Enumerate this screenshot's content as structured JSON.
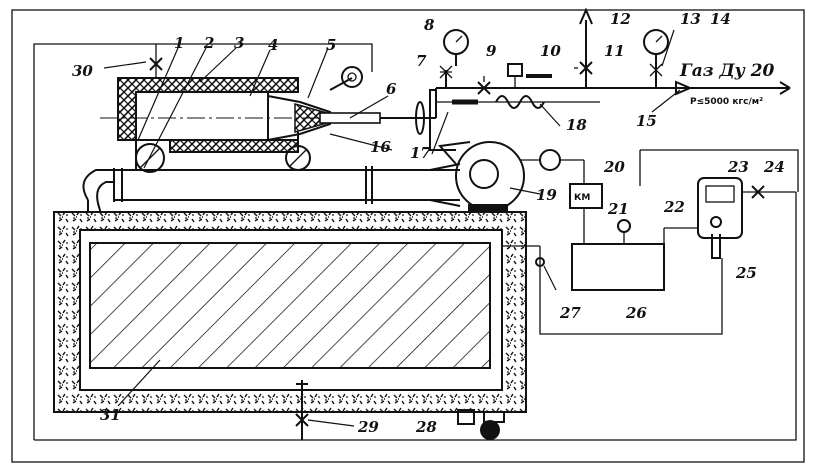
{
  "labels": {
    "l1": "1",
    "l2": "2",
    "l3": "3",
    "l4": "4",
    "l5": "5",
    "l6": "6",
    "l7": "7",
    "l8": "8",
    "l9": "9",
    "l10": "10",
    "l11": "11",
    "l12": "12",
    "l13": "13",
    "l14": "14",
    "l15": "15",
    "l16": "16",
    "l17": "17",
    "l18": "18",
    "l19": "19",
    "l20": "20",
    "l21": "21",
    "l22": "22",
    "l23": "23",
    "l24": "24",
    "l25": "25",
    "l26": "26",
    "l27": "27",
    "l28": "28",
    "l29": "29",
    "l30": "30",
    "l31": "31"
  },
  "gas_line": {
    "title": "Газ Ду 20",
    "pressure": "P≤5000 кгс/м²"
  },
  "instruments": {
    "km": "КМ"
  },
  "colors": {
    "ink": "#111111",
    "paper": "#ffffff"
  }
}
